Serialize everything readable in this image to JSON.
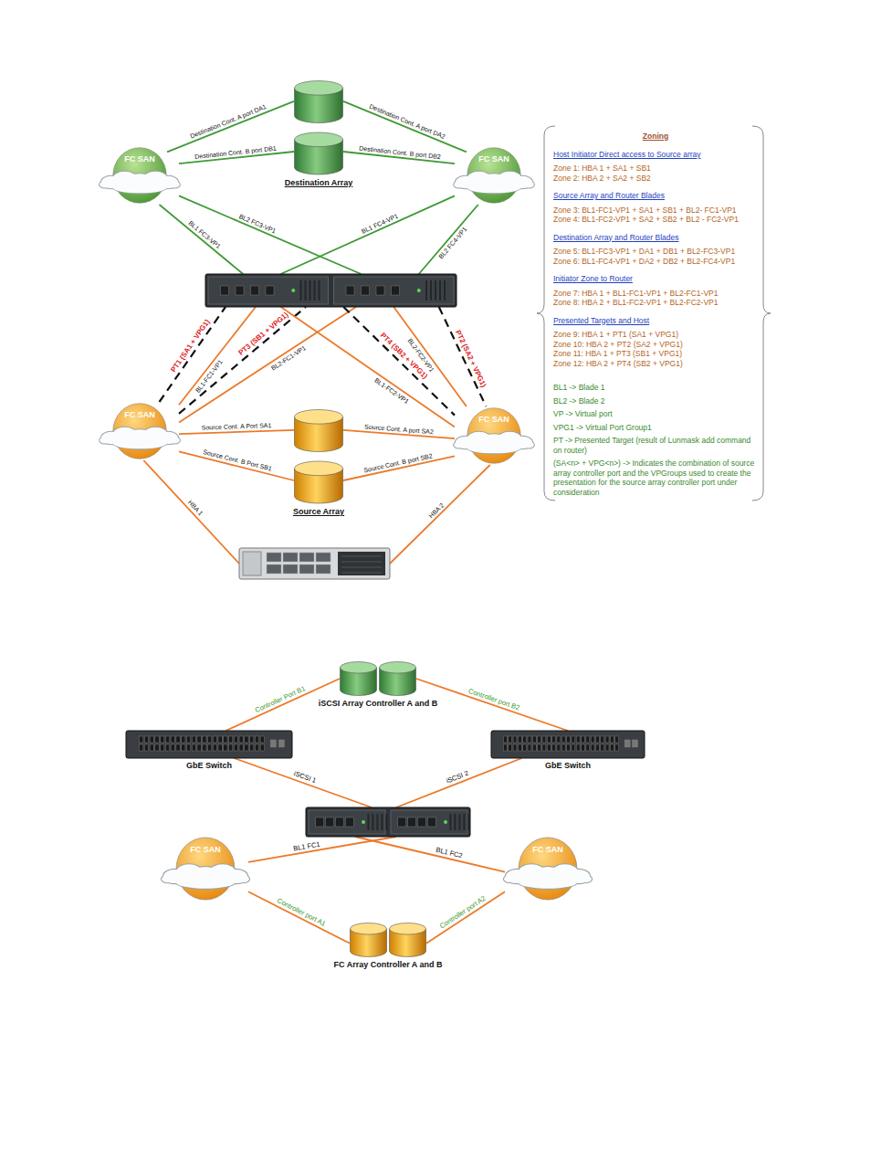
{
  "diagram": {
    "nodes": [
      {
        "text": [
          "FC SAN"
        ]
      },
      {
        "text": [
          "Destination Array"
        ]
      },
      {
        "text": [
          "FC SAN"
        ]
      },
      {
        "text": []
      },
      {
        "text": [
          "FC SAN"
        ]
      },
      {
        "text": [
          "Source Array"
        ]
      },
      {
        "text": [
          "FC SAN"
        ]
      },
      {
        "text": []
      },
      {
        "text": [
          "Zoning",
          "Host Initiator Direct access to Source array",
          "Zone 1: HBA 1 + SA1 + SB1",
          "Zone 2: HBA 2 + SA2 + SB2",
          "Source Array and Router Blades",
          "Zone 3: BL1-FC1-VP1 + SA1 + SB1 + BL2- FC1-VP1",
          "Zone 4: BL1-FC2-VP1 + SA2 + SB2 + BL2 - FC2-VP1",
          "Destination Array and Router Blades",
          "Zone 5: BL1-FC3-VP1 + DA1 + DB1 + BL2-FC3-VP1",
          "Zone 6: BL1-FC4-VP1 + DA2 + DB2 + BL2-FC4-VP1",
          "Initiator Zone to Router",
          "Zone 7: HBA 1 + BL1-FC1-VP1 + BL2-FC1-VP1",
          "Zone 8: HBA 2 + BL1-FC2-VP1 + BL2-FC2-VP1",
          "Presented Targets and Host",
          "Zone 9: HBA 1 + PT1 (SA1 + VPG1)",
          "Zone 10: HBA 2 + PT2 (SA2 + VPG1)",
          "Zone 11: HBA 1 + PT3 (SB1 + VPG1)",
          "Zone 12: HBA 2 + PT4 (SB2 + VPG1)",
          "BL1 -> Blade 1",
          "BL2 -> Blade 2",
          "VP -> Virtual port",
          "VPG1 -> Virtual Port Group1",
          "PT -> Presented Target (result of Lunmask add command on router)",
          "(SA<n> + VPG<n>) -> Indicates the combination of source array controller port and the VPGroups used to create the presentation for the source array controller port under consideration"
        ]
      },
      {
        "text": [
          "GbE Switch"
        ]
      },
      {
        "text": [
          "iSCSI Array Controller A and B"
        ]
      },
      {
        "text": [
          "GbE Switch"
        ]
      },
      {
        "text": []
      },
      {
        "text": [
          "FC SAN"
        ]
      },
      {
        "text": [
          "FC SAN"
        ]
      },
      {
        "text": [
          "FC Array Controller A and B"
        ]
      }
    ],
    "edges": [
      {
        "from": 0,
        "to": 1,
        "arrow": "none",
        "label": "Destination Cont. A port DA1"
      },
      {
        "from": 0,
        "to": 1,
        "arrow": "none",
        "label": "Destination Cont. B port DB1"
      },
      {
        "from": 1,
        "to": 2,
        "arrow": "none",
        "label": "Destination Cont. A port DA2"
      },
      {
        "from": 1,
        "to": 2,
        "arrow": "none",
        "label": "Destination Cont. B port DB2"
      },
      {
        "from": 0,
        "to": 3,
        "arrow": "none",
        "label": "BL1 FC3-VP1"
      },
      {
        "from": 0,
        "to": 3,
        "arrow": "none",
        "label": "BL2 FC3-VP1"
      },
      {
        "from": 2,
        "to": 3,
        "arrow": "none",
        "label": "BL1 FC4-VP1"
      },
      {
        "from": 2,
        "to": 3,
        "arrow": "none",
        "label": "BL2 FC4-VP1"
      },
      {
        "from": 4,
        "to": 3,
        "arrow": "none",
        "label": "PT1 (SA1 + VPG1)"
      },
      {
        "from": 4,
        "to": 3,
        "arrow": "none",
        "label": "BL1-FC1-VP1"
      },
      {
        "from": 4,
        "to": 3,
        "arrow": "none",
        "label": "PT3 (SB1 + VPG1)"
      },
      {
        "from": 4,
        "to": 3,
        "arrow": "none",
        "label": "BL2-FC1-VP1"
      },
      {
        "from": 3,
        "to": 6,
        "arrow": "none",
        "label": "BL1-FC2-VP1"
      },
      {
        "from": 3,
        "to": 6,
        "arrow": "none",
        "label": "PT4 (SB2 + VPG1)"
      },
      {
        "from": 3,
        "to": 6,
        "arrow": "none",
        "label": "BL2-FC2-VP1"
      },
      {
        "from": 3,
        "to": 6,
        "arrow": "none",
        "label": "PT2 (SA2 + VPG1)"
      },
      {
        "from": 4,
        "to": 5,
        "arrow": "none",
        "label": "Source Cont. A Port SA1"
      },
      {
        "from": 4,
        "to": 5,
        "arrow": "none",
        "label": "Source Cont. B Port SB1"
      },
      {
        "from": 5,
        "to": 6,
        "arrow": "none",
        "label": "Source Cont. A port SA2"
      },
      {
        "from": 5,
        "to": 6,
        "arrow": "none",
        "label": "Source Cont. B port SB2"
      },
      {
        "from": 4,
        "to": 7,
        "arrow": "none",
        "label": "HBA 1"
      },
      {
        "from": 6,
        "to": 7,
        "arrow": "none",
        "label": "HBA 2"
      },
      {
        "from": 9,
        "to": 10,
        "arrow": "none",
        "label": "Controller Port B1"
      },
      {
        "from": 10,
        "to": 11,
        "arrow": "none",
        "label": "Controller port B2"
      },
      {
        "from": 9,
        "to": 12,
        "arrow": "none",
        "label": "iSCSI 1"
      },
      {
        "from": 11,
        "to": 12,
        "arrow": "none",
        "label": "iSCSI 2"
      },
      {
        "from": 12,
        "to": 13,
        "arrow": "none",
        "label": "BL1 FC1"
      },
      {
        "from": 12,
        "to": 14,
        "arrow": "none",
        "label": "BL1 FC2"
      },
      {
        "from": 13,
        "to": 15,
        "arrow": "none",
        "label": "Controller port A1"
      },
      {
        "from": 15,
        "to": 14,
        "arrow": "none",
        "label": "Controller port A2"
      }
    ]
  }
}
